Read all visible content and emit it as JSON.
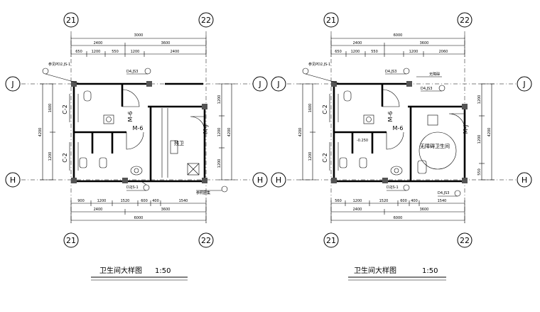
{
  "drawings": [
    {
      "title": "卫生间大样图",
      "scale": "1:50",
      "axes": {
        "top_left": "21",
        "top_right": "22",
        "side_top": "J",
        "side_bottom": "H"
      },
      "dims_top_total": "3000",
      "dims_top_row2": [
        "2400",
        "3600"
      ],
      "dims_top_row3": [
        "650",
        "1200",
        "550",
        "1200",
        "2400"
      ],
      "dims_bottom_row1": [
        "900",
        "1200",
        "1520",
        "600",
        "400",
        "1540"
      ],
      "dims_bottom_row2": [
        "2400",
        "3600"
      ],
      "dims_bottom_total": "6000",
      "dims_left": [
        "1600",
        "1200"
      ],
      "dims_left_total": "4200",
      "dims_right": [
        "1200",
        "1200",
        "1200"
      ],
      "dims_right_total": "4200",
      "labels": {
        "detail_ref_top": "参见PD2.JS-1",
        "elev_ref_top": "D4,JS3",
        "window_left_upper": "C-2",
        "window_left_lower": "C-2",
        "door_m6_vertical": "M-6",
        "door_m6_horizontal": "M-6",
        "door_mj": "M-J",
        "room_label": "残卫",
        "detail_ref_bottom": "D2JS-1",
        "ref_right_bottom": "参照图集"
      }
    },
    {
      "title": "卫生间大样图",
      "scale": "1:50",
      "axes": {
        "top_left": "21",
        "top_right": "22",
        "side_top": "J",
        "side_bottom": "H"
      },
      "dims_top_total": "6000",
      "dims_top_row2": [
        "2400",
        "3600"
      ],
      "dims_top_row3": [
        "650",
        "1200",
        "550",
        "1200",
        "2060"
      ],
      "dims_bottom_row1": [
        "560",
        "1200",
        "1520",
        "600",
        "400",
        "1540"
      ],
      "dims_bottom_row2": [
        "2400",
        "3600"
      ],
      "dims_bottom_total": "6000",
      "dims_left": [
        "1600",
        "1200"
      ],
      "dims_left_total": "4200",
      "dims_right": [
        "1200",
        "1200",
        "550"
      ],
      "dims_right_total": "4200",
      "labels": {
        "detail_ref_top": "参见PD2.JS-1",
        "elev_ref_top": "D4,JS3",
        "elev_ref_mid": "D4,JS3",
        "note_top_right": "无障碍",
        "window_left_upper": "C-2",
        "window_left_lower": "C-2",
        "door_m6_vertical": "M-6",
        "door_m6_horizontal": "M-6",
        "door_mj": "M-J",
        "room_label": "无障碍卫生间",
        "level_mark": "-0.250",
        "detail_ref_bottom": "D2JS-1",
        "elev_ref_bottom": "D4,JS3"
      }
    }
  ]
}
